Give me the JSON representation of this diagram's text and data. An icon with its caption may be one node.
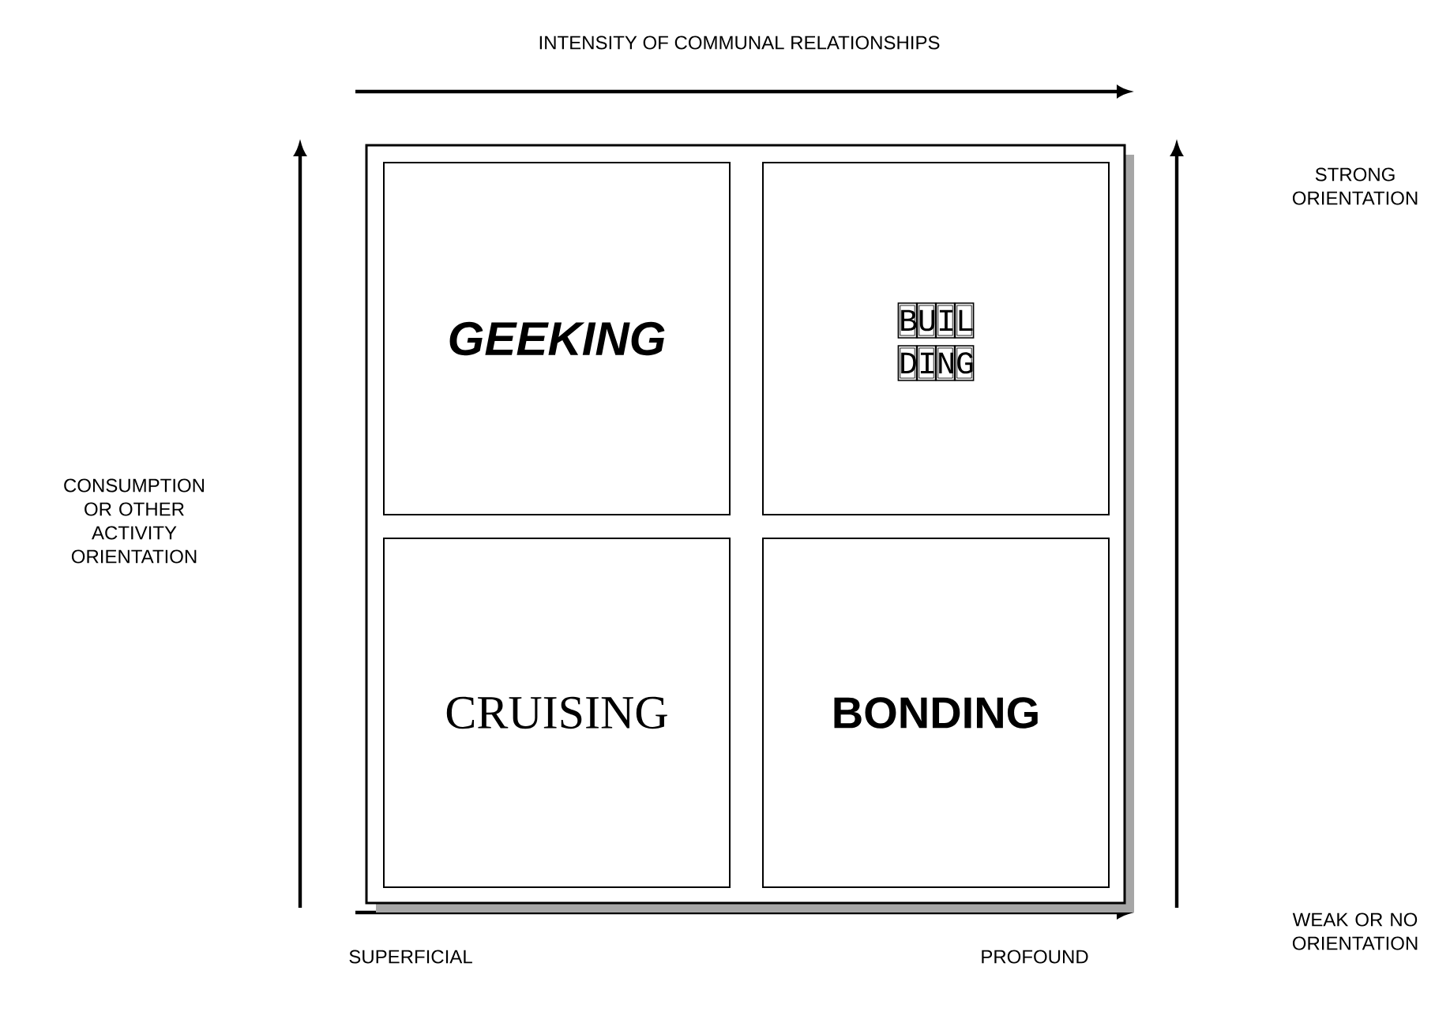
{
  "diagram": {
    "nodes": [
      {
        "text": [],
        "shape": "box"
      },
      {
        "text": [
          "GEEKING"
        ],
        "in": 0
      },
      {
        "text": [
          "BUILDING"
        ],
        "in": 0
      },
      {
        "text": [
          "CRUISING"
        ],
        "in": 0
      },
      {
        "text": [
          "BONDING"
        ],
        "in": 0
      }
    ],
    "labels": [
      "INTENSITY OF COMMUNAL RELATIONSHIPS",
      "STRONG ORIENTATION",
      "CONSUMPTION OR OTHER ACTIVITY ORIENTATION",
      "WEAK OR NO ORIENTATION",
      "SUPERFICIAL",
      "PROFOUND"
    ]
  }
}
